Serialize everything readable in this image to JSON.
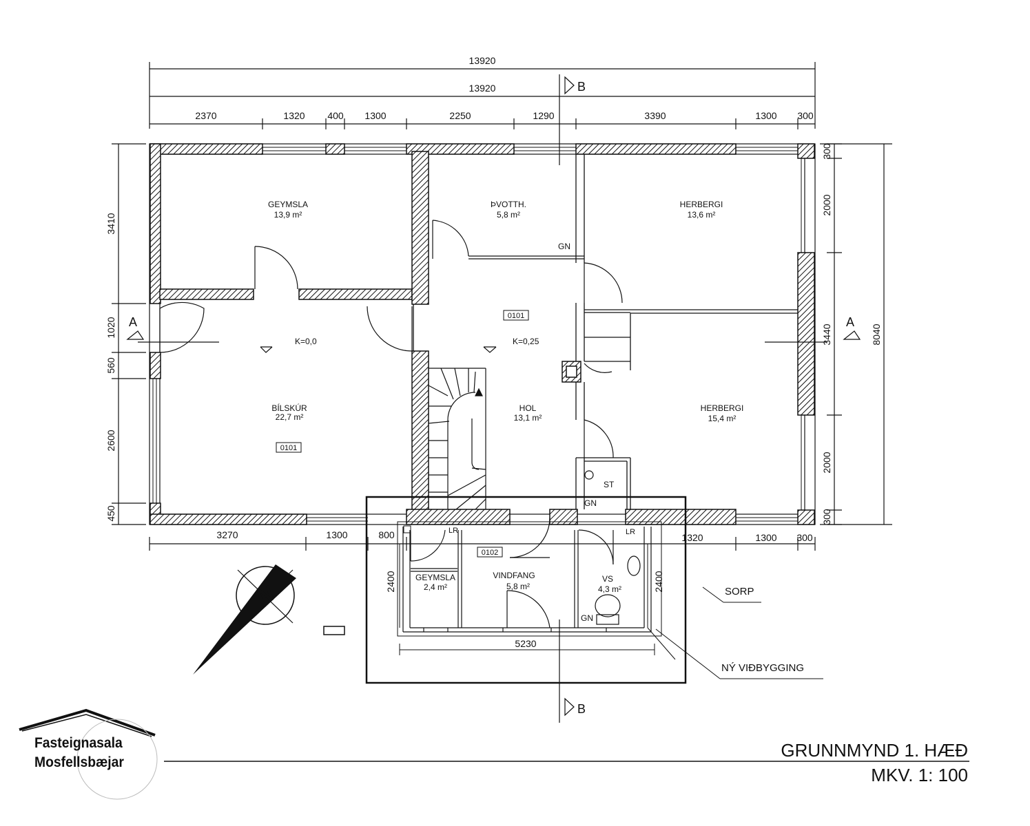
{
  "title": "GRUNNMYND 1. HÆÐ",
  "scale": "MKV. 1:  100",
  "logo": {
    "line1": "Fasteignasala",
    "line2": "Mosfellsbæjar"
  },
  "section_labels": {
    "a": "A",
    "b": "B"
  },
  "dimensions": {
    "overall_top": "13920",
    "overall_top_2": "13920",
    "top_segments": [
      "2370",
      "1320",
      "400",
      "1300",
      "2250",
      "1290",
      "3390",
      "1300",
      "300"
    ],
    "bottom_segments": [
      "3270",
      "1300",
      "800",
      "1320",
      "1300",
      "300"
    ],
    "left_segments": [
      "3410",
      "1020",
      "560",
      "2600",
      "450"
    ],
    "right_segments": [
      "300",
      "2000",
      "3440",
      "2000",
      "300"
    ],
    "right_overall": "8040",
    "annex_left": "2400",
    "annex_right": "2400",
    "annex_width": "5230"
  },
  "rooms": [
    {
      "name": "GEYMSLA",
      "area": "13,9 m²"
    },
    {
      "name": "ÞVOTTH.",
      "area": "5,8 m²"
    },
    {
      "name": "HERBERGI",
      "area": "13,6 m²"
    },
    {
      "name": "BÍLSKÚR",
      "area": "22,7 m²"
    },
    {
      "name": "HOL",
      "area": "13,1 m²"
    },
    {
      "name": "HERBERGI",
      "area": "15,4 m²"
    },
    {
      "name": "GEYMSLA",
      "area": "2,4 m²"
    },
    {
      "name": "VINDFANG",
      "area": "5,8 m²"
    },
    {
      "name": "VS",
      "area": "4,3 m²"
    }
  ],
  "tags": [
    "0101",
    "0101",
    "0102"
  ],
  "levels": [
    "K=0,0",
    "K=0,25"
  ],
  "fixtures": {
    "gn": "GN",
    "st": "ST",
    "lr": "LR"
  },
  "annotations": {
    "sorp": "SORP",
    "addition": "NÝ VIÐBYGGING"
  }
}
